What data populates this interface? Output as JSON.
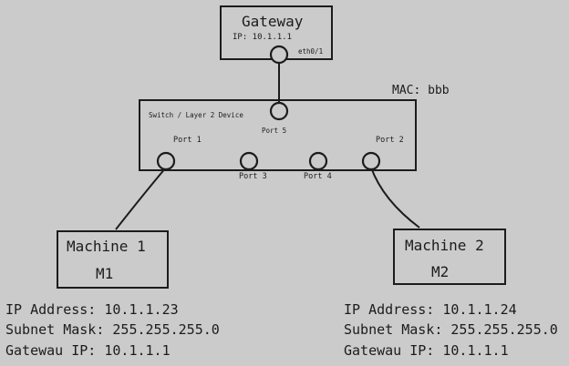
{
  "gateway": {
    "title": "Gateway",
    "ip_label": "IP: 10.1.1.1",
    "interface": "eth0/1"
  },
  "switch": {
    "title": "Switch / Layer 2 Device",
    "mac": "MAC: bbb",
    "ports": {
      "port1": "Port 1",
      "port2": "Port 2",
      "port3": "Port 3",
      "port4": "Port 4",
      "port5": "Port 5"
    }
  },
  "machines": [
    {
      "title": "Machine 1",
      "short": "M1",
      "ip": "IP Address: 10.1.1.23",
      "subnet": "Subnet Mask: 255.255.255.0",
      "gateway": "Gatewau IP: 10.1.1.1"
    },
    {
      "title": "Machine 2",
      "short": "M2",
      "ip": "IP Address: 10.1.1.24",
      "subnet": "Subnet Mask: 255.255.255.0",
      "gateway": "Gatewau IP: 10.1.1.1"
    }
  ]
}
